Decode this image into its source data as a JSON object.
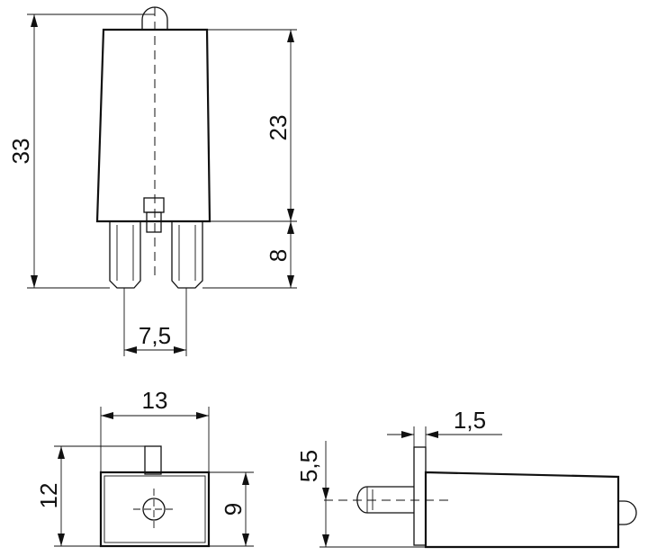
{
  "dimensions": {
    "total_height": "33",
    "body_height": "23",
    "pin_length": "8",
    "pin_spacing": "7,5",
    "width": "13",
    "side_height": "12",
    "body_depth": "9",
    "tab_thickness": "1,5",
    "led_offset": "5,5"
  }
}
